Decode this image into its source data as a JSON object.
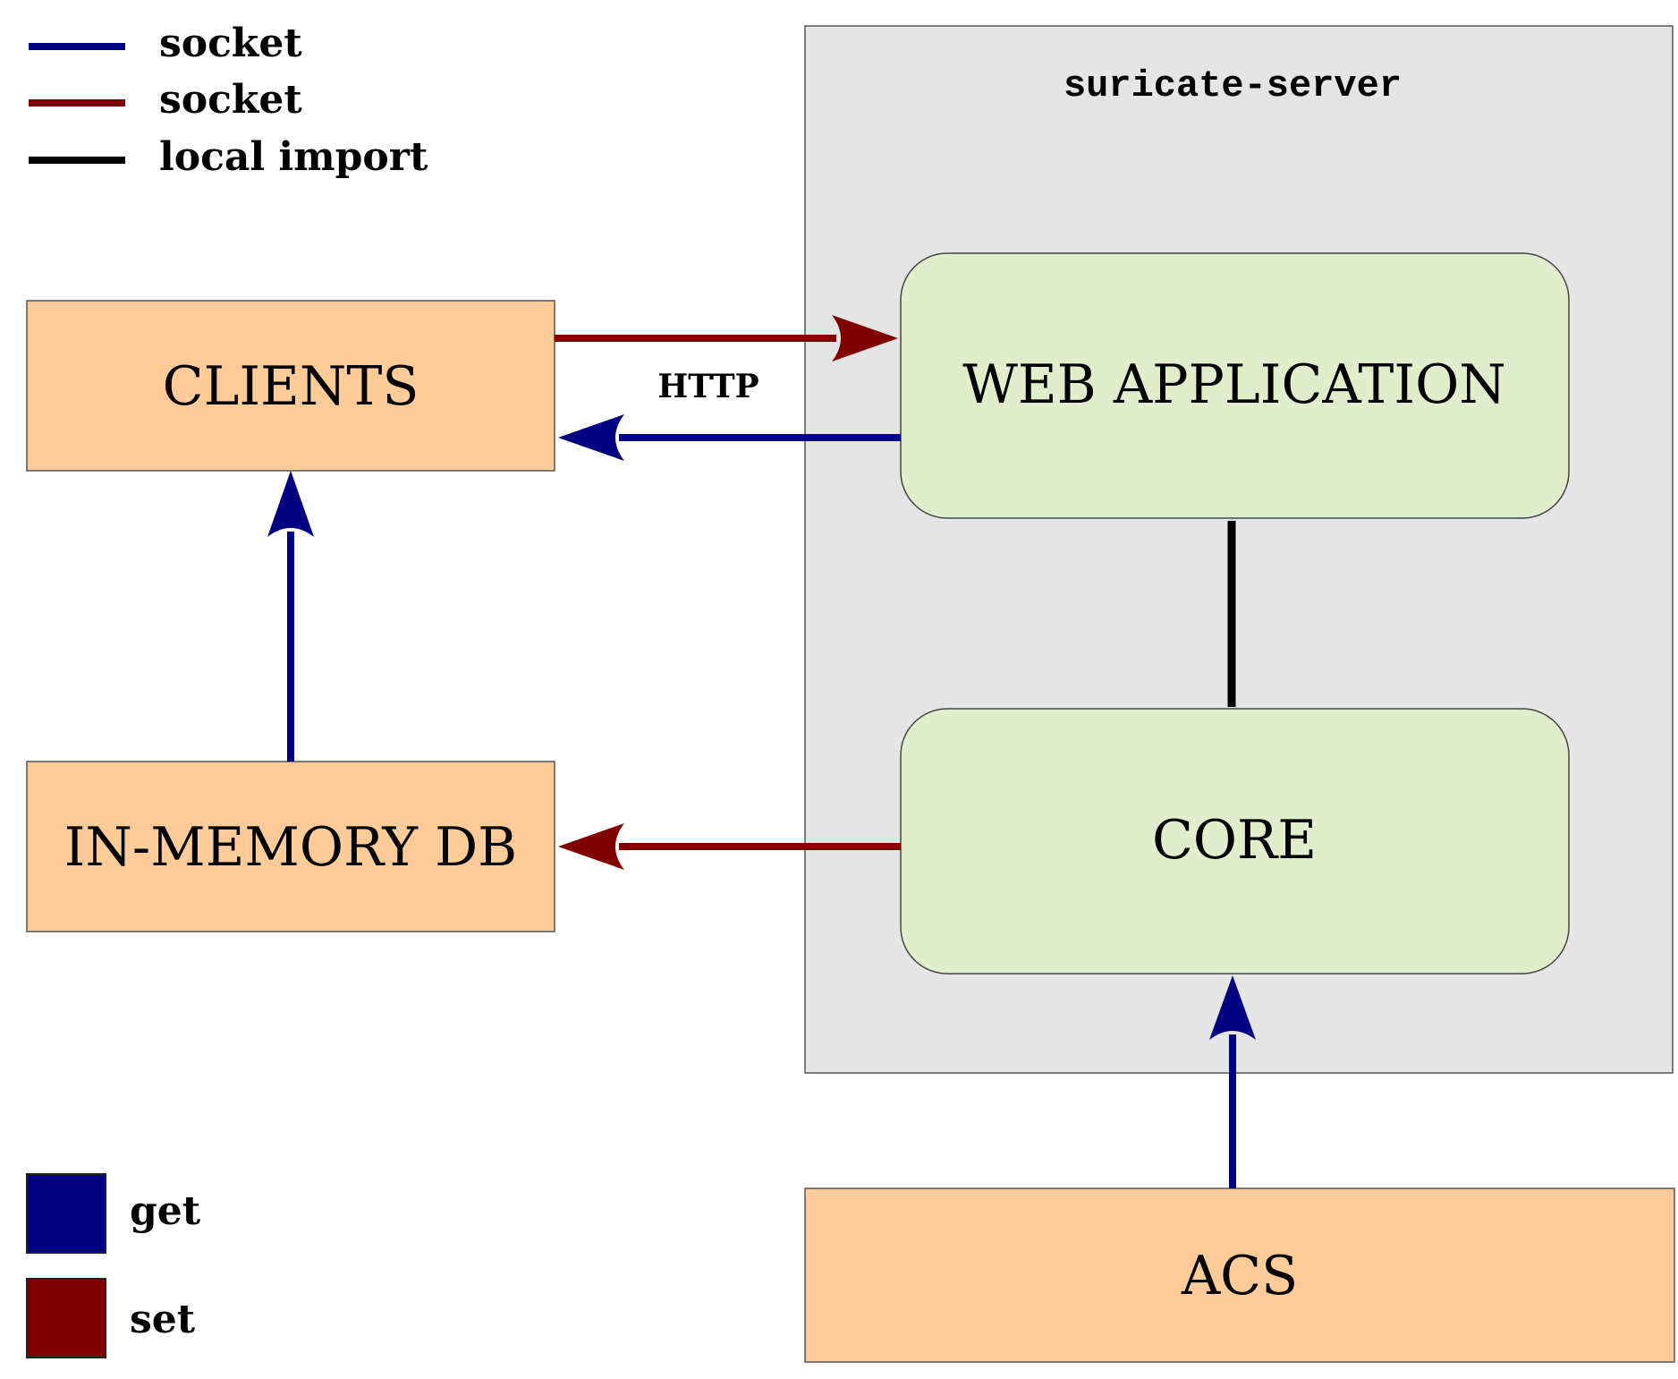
{
  "legend_lines": [
    {
      "label": "socket",
      "color": "#000080"
    },
    {
      "label": "socket",
      "color": "#800000"
    },
    {
      "label": "local import",
      "color": "#000000"
    }
  ],
  "legend_swatches": [
    {
      "label": "get",
      "color": "#000080"
    },
    {
      "label": "set",
      "color": "#800000"
    }
  ],
  "server": {
    "title": "suricate-server"
  },
  "nodes": {
    "clients": "CLIENTS",
    "in_memory_db": "IN-MEMORY DB",
    "web_application": "WEB APPLICATION",
    "core": "CORE",
    "acs": "ACS"
  },
  "edges": [
    {
      "from": "clients",
      "to": "web_application",
      "type": "set",
      "color": "#800000"
    },
    {
      "from": "web_application",
      "to": "clients",
      "type": "get",
      "color": "#000080",
      "label": "HTTP"
    },
    {
      "from": "in_memory_db",
      "to": "clients",
      "type": "get",
      "color": "#000080"
    },
    {
      "from": "core",
      "to": "in_memory_db",
      "type": "set",
      "color": "#800000"
    },
    {
      "from": "web_application",
      "to": "core",
      "type": "local import",
      "color": "#000000"
    },
    {
      "from": "acs",
      "to": "core",
      "type": "get",
      "color": "#000080"
    }
  ],
  "colors": {
    "get": "#000080",
    "set": "#800000",
    "external_box": "#ffcc99",
    "internal_box": "#e0eecc",
    "server_bg": "#e5e5e5"
  }
}
